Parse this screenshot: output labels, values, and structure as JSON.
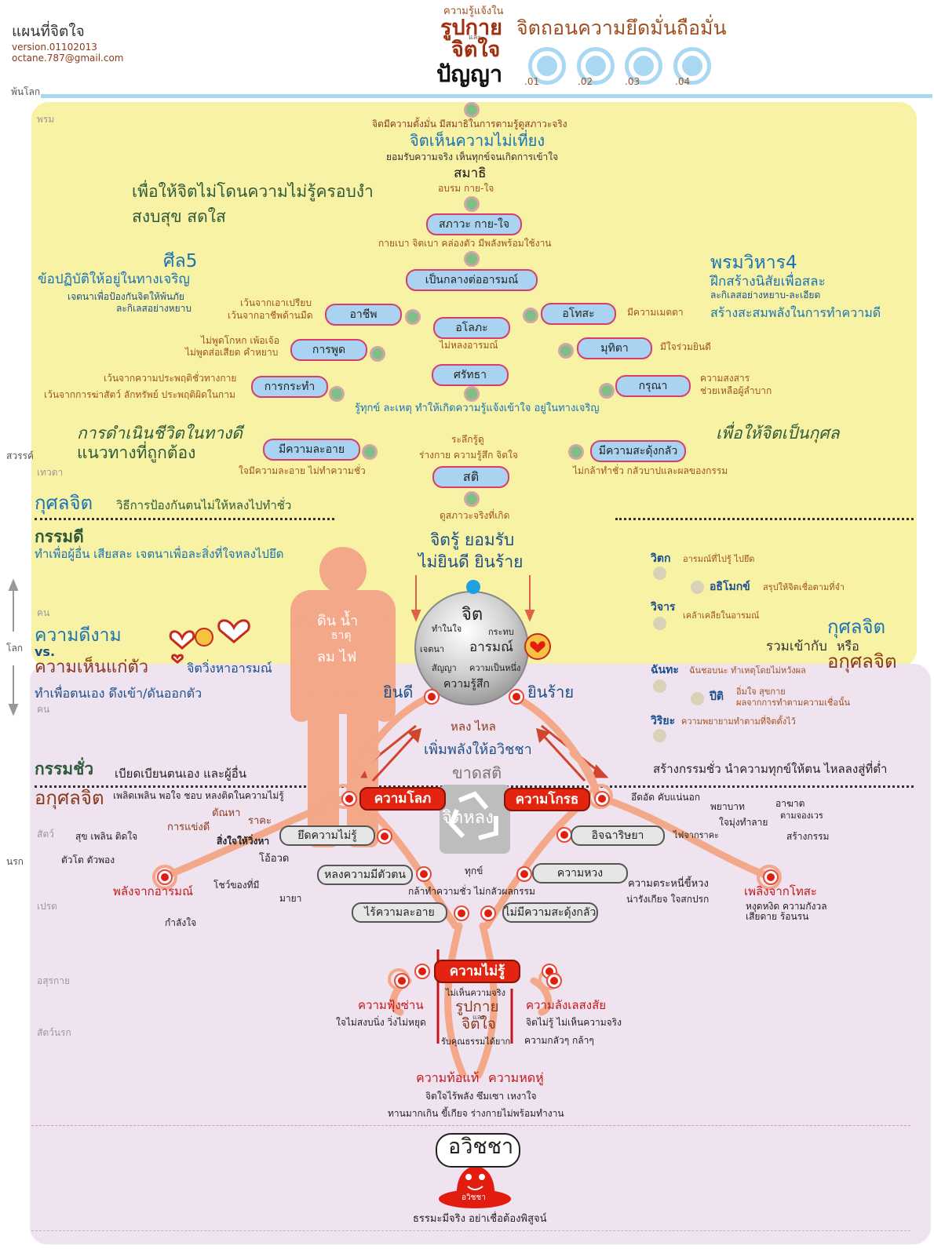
{
  "header": {
    "title": "แผนที่จิตใจ",
    "version": "version.01102013",
    "email": "octane.787@gmail.com",
    "subtitle_top": "ความรู้แจ้งใน",
    "subtitle_rupakai": "รูปกาย",
    "subtitle_lae": "และ",
    "subtitle_jitjai": "จิตใจ",
    "subtitle_panya": "ปัญญา",
    "tagline": "จิตถอนความยึดมั่นถือมั่น",
    "levels": [
      ".01",
      ".02",
      ".03",
      ".04"
    ],
    "top_band": "พ้นโลก"
  },
  "left_labels": {
    "phrom": "พรม",
    "sawan": "สวรรค์",
    "thewada": "เทวดา",
    "khon1": "คน",
    "lok": "โลก",
    "khon2": "คน",
    "sat": "สัตว์",
    "narok": "นรก",
    "pret": "เปรต",
    "asurakai": "อสุรกาย",
    "satnarok": "สัตว์นรก"
  },
  "top_section": {
    "t1": "จิตมีความตั้งมั่น มีสมาธิในการตามรู้ดูสภาวะจริง",
    "t2": "จิตเห็นความไม่เที่ยง",
    "t3": "ยอมรับความจริง เห็นทุกข์จนเกิดการเข้าใจ",
    "samathi": "สมาธิ",
    "samathi_sub": "อบรม กาย-ใจ",
    "big1": "เพื่อให้จิตไม่โดนความไม่รู้ครอบงำ",
    "big2": "สงบสุข สดใส",
    "pill_sapawa": "สภาวะ กาย-ใจ",
    "t4": "กายเบา จิตเบา คล่องตัว มีพลังพร้อมใช้งาน",
    "pill_klang": "เป็นกลางต่ออารมณ์",
    "sila_title": "ศีล5",
    "sila_1": "ข้อปฏิบัติให้อยู่ในทางเจริญ",
    "sila_2": "เจตนาเพื่อป้องกันจิตให้พ้นภัย",
    "sila_3": "ละกิเลสอย่างหยาบ",
    "phrom_title": "พรมวิหาร4",
    "phrom_1": "ฝึกสร้างนิสัยเพื่อสละ",
    "phrom_2": "ละกิเลสอย่างหยาบ-ละเอียด",
    "phrom_3": "สร้างสะสมพลังในการทำความดี",
    "achip_1": "เว้นจากเอาเปรียบ",
    "achip_2": "เว้นจากอาชีพด้านมืด",
    "pill_achip": "อาชีพ",
    "pill_alopha": "อโลภะ",
    "alopha_sub": "ไม่หลงอารมณ์",
    "pill_adosa": "อโทสะ",
    "adosa_sub": "มีความเมตตา",
    "phut_1": "ไม่พูดโกหก เพ้อเจ้อ",
    "phut_2": "ไม่พูดส่อเสียด คำหยาบ",
    "pill_phut": "การพูด",
    "pill_mudita": "มุทิตา",
    "mudita_sub": "มีใจร่วมยินดี",
    "kratham_1": "เว้นจากความประพฤติชั่วทางกาย",
    "kratham_2": "เว้นจากการฆ่าสัตว์ ลักทรัพย์ ประพฤติผิดในกาม",
    "pill_kratham": "การกระทำ",
    "pill_saththa": "ศรัทธา",
    "pill_karuna": "กรุณา",
    "karuna_1": "ความสงสาร",
    "karuna_2": "ช่วยเหลือผู้ลำบาก",
    "t5": "รู้ทุกข์ ละเหตุ ทำให้เกิดความรู้แจ้งเข้าใจ อยู่ในทางเจริญ",
    "big3": "การดำเนินชีวิตในทางดี",
    "big4": "แนวทางที่ถูกต้อง",
    "big5": "เพื่อให้จิตเป็นกุศล",
    "sati_1": "ระลึกรู้ดู",
    "sati_2": "ร่างกาย ความรู้สึก จิตใจ",
    "pill_hiri": "มีความละอาย",
    "hiri_sub": "ใจมีความละอาย ไม่ทำความชั่ว",
    "pill_ottappa": "มีความสะดุ้งกลัว",
    "ottappa_sub": "ไม่กล้าทำชั่ว กลัวบาปและผลของกรรม",
    "pill_sati": "สติ",
    "sati_sub": "ดูสภาวะจริงที่เกิด",
    "kusala": "กุศลจิต",
    "kusala_sub": "วิธีการป้องกันตนไม่ให้หลงไปทำชั่ว",
    "kamdi": "กรรมดี",
    "kamdi_sub": "ทำเพื่อผู้อื่น เสียสละ เจตนาเพื่อละสิ่งที่ใจหลงไปยึด",
    "jitru_1": "จิตรู้ ยอมรับ",
    "jitru_2": "ไม่ยินดี ยินร้าย"
  },
  "center": {
    "body_1": "ดิน น้ำ",
    "body_2": "ธาตุ",
    "body_3": "ลม ไฟ",
    "jit": "จิต",
    "thamnaijai": "ทำในใจ",
    "krathop": "กระทบ",
    "chetana": "เจตนา",
    "arom": "อารมณ์",
    "sanya": "สัญญา",
    "pennueng": "ความเป็นหนึ่ง",
    "khwamrusuek": "ความรู้สึก",
    "yindi": "ยินดี",
    "yinrai": "ยินร้าย",
    "khwamdingam": "ความดีงาม",
    "vs": "vs.",
    "hentua": "ความเห็นแก่ตัว",
    "jitwing": "จิตวิ่งหาอารมณ์",
    "thamphuea": "ทำเพื่อตนเอง ดึงเข้า/ดันออกตัว"
  },
  "cetasika": {
    "witok": "วิตก",
    "witok_sub": "อารมณ์ที่ไปรู้ ไปยึด",
    "athimok": "อธิโมกข์",
    "athimok_sub": "สรุปให้จิตเชื่อตามที่จำ",
    "wijan": "วิจาร",
    "wijan_sub": "เคล้าเคลียในอารมณ์",
    "ruam": "รวมเข้ากับ",
    "kusala2": "กุศลจิต",
    "rue": "หรือ",
    "akusala2": "อกุศลจิต",
    "chanta": "ฉันทะ",
    "chanta_sub": "ฉันชอบนะ ทำเหตุโดยไม่หวังผล",
    "piti": "ปีติ",
    "piti_sub1": "อิ่มใจ สุขกาย",
    "piti_sub2": "ผลจากการทำตามความเชื่อนั้น",
    "wiriya": "วิริยะ",
    "wiriya_sub": "ความพยายามทำตามที่จิตตั้งไว้"
  },
  "bottom_section": {
    "long": "หลง ไหล",
    "phoem": "เพิ่มพลังให้อวิชชา",
    "khatsati": "ขาดสติ",
    "kamchua": "กรรมชั่ว",
    "kamchua_sub": "เบียดเบียนตนเอง และผู้อื่น",
    "sang": "สร้างกรรมชั่ว นำความทุกข์ให้ตน ไหลลงสู่ที่ต่ำ",
    "akusala": "อกุศลจิต",
    "akusala_sub": "เพลิดเพลิน พอใจ ชอบ หลงติดในความไม่รู้",
    "pill_lopha": "ความโลภ",
    "pill_krot": "ความโกรธ",
    "jitlong": "จิตหลง",
    "uetat": "อึดอัด คับแน่นอก",
    "tanha": "ตัณหา",
    "raka": "ราคะ",
    "kanhaengdi": "การแข่งดี",
    "suk": "สุข เพลิน ติดใจ",
    "singjai": "สิ่งใจให้วิ่งหา",
    "pill_yuet": "ยึดความไม่รู้",
    "phayabat": "พยาบาท",
    "chaimung": "ใจมุ่งทำลาย",
    "akhat": "อาฆาต",
    "tamjongwen": "ตามจองเวร",
    "pill_itcha": "อิจฉาริษยา",
    "faichak": "ไฟจากราคะ",
    "sangkam": "สร้างกรรม",
    "tuato": "ตัวโต ตัวพอง",
    "oaut": "โอ้อวด",
    "pill_longtua": "หลงความมีตัวตน",
    "thuk": "ทุกข์",
    "pill_huang": "ความหวง",
    "tranee": "ความตระหนี่ขี้หวง",
    "namrang": "น่ารังเกียจ ใจสกปรก",
    "phalang": "พลังจากอารมณ์",
    "chaichong": "โชว์ของที่มี",
    "maya": "มายา",
    "klatham": "กล้าทำความชั่ว ไม่กลัวผลกรรม",
    "phloeng": "เพลิงจากโทสะ",
    "hut_1": "หงุดหงิด ความกังวล",
    "hut_2": "เสียดาย ร้อนรน",
    "pill_rai": "ไร้ความละอาย",
    "pill_maimi": "ไม่มีความสะดุ้งกลัว",
    "kamlangjai": "กำลังใจ",
    "pill_mairu": "ความไม่รู้",
    "maihen": "ไม่เห็นความจริง",
    "rupakai": "รูปกาย",
    "lae": "และ",
    "jitjai": "จิตใจ",
    "rapkhun": "รับคุณธรรมได้ยาก",
    "fungsan": "ความฟุ้งซ่าน",
    "fungsan_sub": "ใจไม่สงบนิ่ง วิ่งไม่หยุด",
    "langle": "ความลังเลสงสัย",
    "langle_sub1": "จิตไม่รู้ ไม่เห็นความจริง",
    "langle_sub2": "ความกลัวๆ กล้าๆ",
    "thotae": "ความท้อแท้",
    "hothu": "ความหดหู่",
    "thotae_sub1": "จิตใจไร้พลัง ซึมเซา เหงาใจ",
    "thotae_sub2": "ทานมากเกิน ขี้เกียจ ร่างกายไม่พร้อมทำงาน",
    "awicha": "อวิชชา",
    "mascot_label": "อวิชชา",
    "footer": "ธรรมะมีจริง อย่าเชื่อต้องพิสูจน์"
  },
  "colors": {
    "top_panel": "#f7f2a4",
    "bottom_panel": "#efe3ef",
    "pill_blue": "#a9d3f0",
    "pill_border": "#d93c6d",
    "fire_red": "#e22410",
    "figure": "#f2a889"
  }
}
